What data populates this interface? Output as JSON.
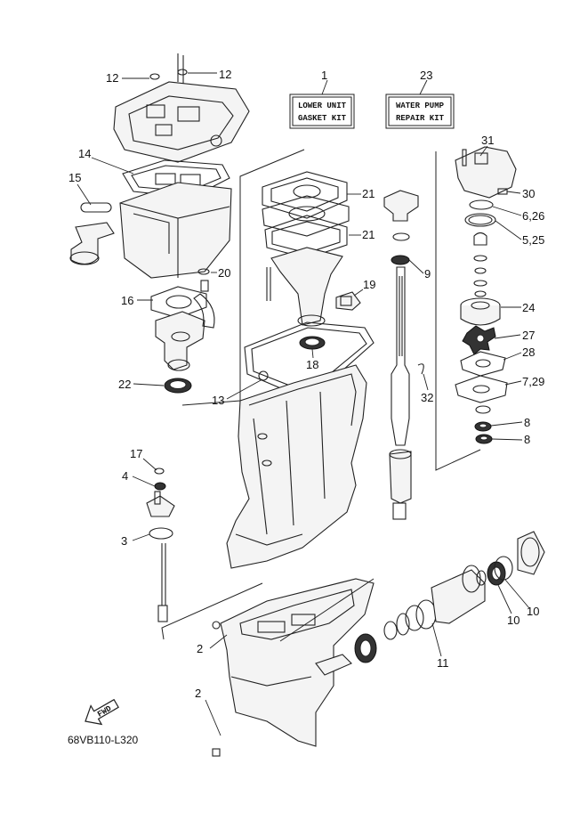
{
  "diagram": {
    "code": "68VB110-L320",
    "fwd_label": "FWD",
    "kits": [
      {
        "number": "1",
        "line1": "LOWER UNIT",
        "line2": "GASKET KIT"
      },
      {
        "number": "23",
        "line1": "WATER PUMP",
        "line2": "REPAIR KIT"
      }
    ],
    "callouts": {
      "c12a": "12",
      "c12b": "12",
      "c14": "14",
      "c15": "15",
      "c16": "16",
      "c20": "20",
      "c22": "22",
      "c21a": "21",
      "c21b": "21",
      "c19": "19",
      "c18": "18",
      "c13": "13",
      "c9": "9",
      "c32": "32",
      "c31": "31",
      "c30": "30",
      "c626": "6,26",
      "c525": "5,25",
      "c24": "24",
      "c27": "27",
      "c28": "28",
      "c729": "7,29",
      "c8a": "8",
      "c8b": "8",
      "c17": "17",
      "c4": "4",
      "c3": "3",
      "c2a": "2",
      "c2b": "2",
      "c11": "11",
      "c10a": "10",
      "c10b": "10"
    }
  }
}
